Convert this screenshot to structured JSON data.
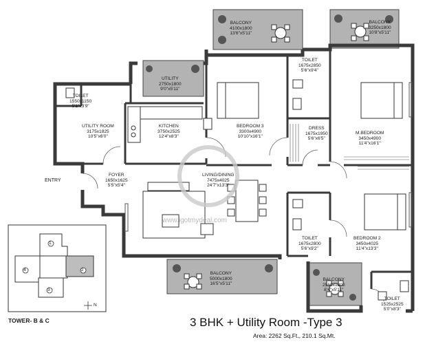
{
  "title": "3 BHK + Utility Room -Type 3",
  "area": "Area: 2262 Sq.Ft., 210.1 Sq.Mt.",
  "tower": "TOWER- B & C",
  "entry": "ENTRY",
  "watermark": "www.igotmydeal.com",
  "rooms": {
    "balcony_top_left": {
      "name": "BALCONY",
      "metric": "4100x1800",
      "imperial": "13'6\"x5'11\""
    },
    "balcony_top_right": {
      "name": "BALCONY",
      "metric": "3250x1800",
      "imperial": "10'8\"x5'11\""
    },
    "utility": {
      "name": "UTILITY",
      "metric": "2750x1800",
      "imperial": "9'0\"x5'11\""
    },
    "toilet_top_left": {
      "name": "TOILET",
      "metric": "1550x1150",
      "imperial": "5'1\"x3'9\""
    },
    "utility_room": {
      "name": "UTILITY ROOM",
      "metric": "3175x1825",
      "imperial": "10'5\"x6'0\""
    },
    "kitchen": {
      "name": "KITCHEN",
      "metric": "3750x2525",
      "imperial": "12'4\"x8'3\""
    },
    "bedroom3": {
      "name": "BEDROOM 3",
      "metric": "3300x4900",
      "imperial": "10'10\"x16'1\""
    },
    "toilet_top_mid": {
      "name": "TOILET",
      "metric": "1675x2850",
      "imperial": "5'6\"x9'4\""
    },
    "dress": {
      "name": "DRESS",
      "metric": "1675x1950",
      "imperial": "5'6\"x6'5\""
    },
    "master_bedroom": {
      "name": "M.BEDROOM",
      "metric": "3450x4900",
      "imperial": "11'4\"x16'1\""
    },
    "foyer": {
      "name": "FOYER",
      "metric": "1650x1625",
      "imperial": "5'5\"x5'4\""
    },
    "living_dining": {
      "name": "LIVING/DINING",
      "metric": "7475x4025",
      "imperial": "24'7\"x13'3\""
    },
    "toilet_mid": {
      "name": "TOILET",
      "metric": "1675x2800",
      "imperial": "5'6\"x9'2\""
    },
    "bedroom2": {
      "name": "BEDROOM 2",
      "metric": "3450x4025",
      "imperial": "11'4\"x13'3\""
    },
    "balcony_bottom_left": {
      "name": "BALCONY",
      "metric": "5000x1800",
      "imperial": "16'5\"x5'11\""
    },
    "balcony_bottom_mid": {
      "name": "BALCONY",
      "metric": "2550x1800",
      "imperial": "8'4\"x5'11\""
    },
    "toilet_bottom_right": {
      "name": "TOILET",
      "metric": "1525x2525",
      "imperial": "5'0\"x8'3\""
    }
  },
  "key_plan": {
    "units": [
      "1",
      "2",
      "3",
      "4"
    ],
    "highlighted_unit": "2",
    "highlight_color": "#bdbdbd",
    "compass": "N"
  },
  "colors": {
    "wall": "#3a3a3a",
    "balcony_fill": "#b3b3b3",
    "floor_fill": "#ffffff",
    "furniture_stroke": "#555555"
  }
}
